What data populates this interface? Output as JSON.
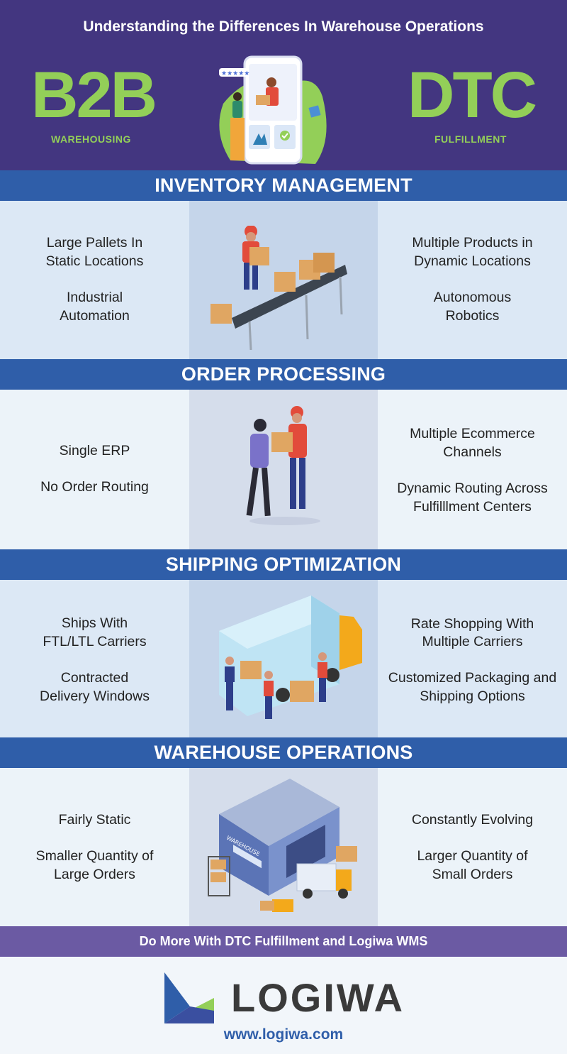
{
  "header": {
    "title": "Understanding the Differences In Warehouse Operations",
    "left_big": "B2B",
    "left_sub": "WAREHOUSING",
    "right_big": "DTC",
    "right_sub": "FULFILLMENT"
  },
  "sections": [
    {
      "heading": "INVENTORY MANAGEMENT",
      "left": [
        "Large Pallets In",
        "Static Locations",
        "Industrial",
        "Automation"
      ],
      "right": [
        "Multiple Products in",
        "Dynamic Locations",
        "Autonomous",
        "Robotics"
      ]
    },
    {
      "heading": "ORDER PROCESSING",
      "left": [
        "Single ERP",
        "No Order Routing"
      ],
      "right": [
        "Multiple Ecommerce",
        "Channels",
        "Dynamic Routing Across",
        "Fulfilllment Centers"
      ]
    },
    {
      "heading": "SHIPPING OPTIMIZATION",
      "left": [
        "Ships With",
        "FTL/LTL Carriers",
        "Contracted",
        "Delivery Windows"
      ],
      "right": [
        "Rate Shopping With",
        "Multiple Carriers",
        "Customized Packaging and",
        "Shipping Options"
      ]
    },
    {
      "heading": "WAREHOUSE OPERATIONS",
      "left": [
        "Fairly Static",
        "Smaller Quantity of",
        "Large Orders"
      ],
      "right": [
        "Constantly Evolving",
        "Larger Quantity of",
        "Small Orders"
      ]
    }
  ],
  "illustration_signs": {
    "warehouse": "WAREHOUSE"
  },
  "footer": {
    "cta": "Do More With DTC Fulfillment and Logiwa WMS",
    "logo_text": "LOGIWA",
    "url": "www.logiwa.com"
  },
  "colors": {
    "header_bg": "#433680",
    "accent_green": "#93cf58",
    "band_blue": "#2f5ea9",
    "footer_band": "#6b5aa3"
  }
}
